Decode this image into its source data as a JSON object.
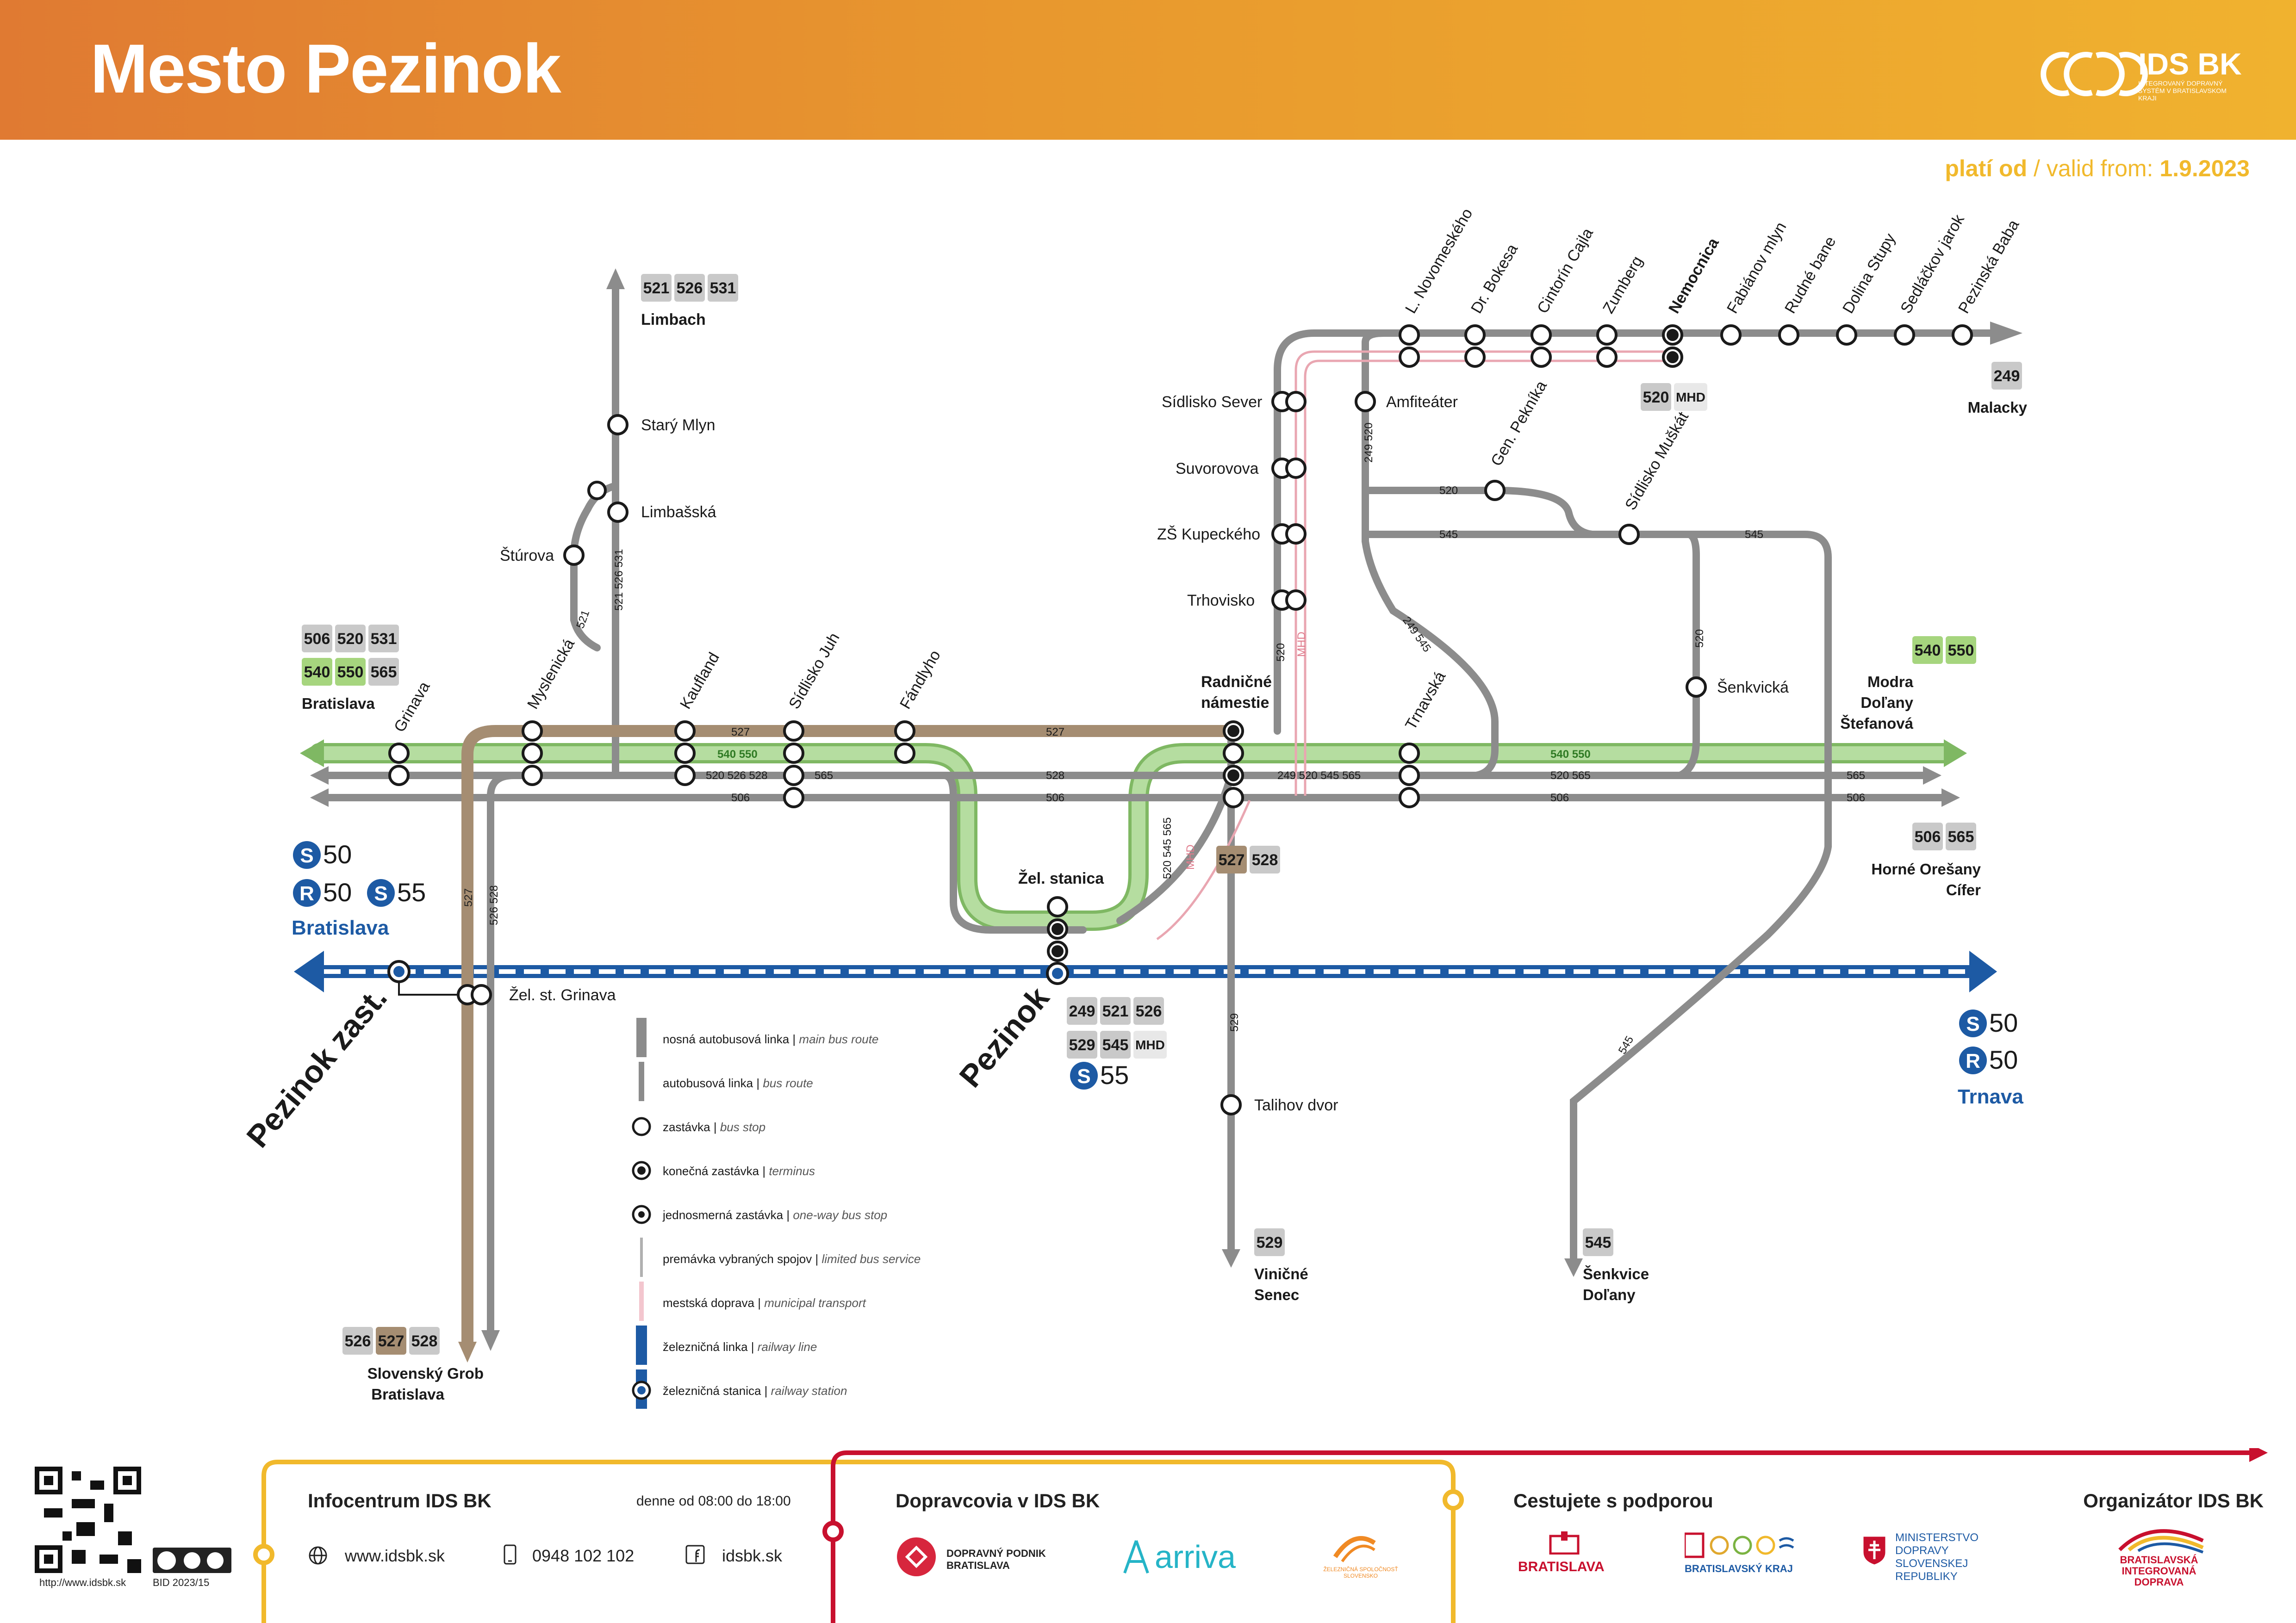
{
  "header": {
    "title": "Mesto Pezinok",
    "brand": "IDS BK",
    "brand_sub": "INTEGROVANÝ DOPRAVNÝ SYSTÉM V BRATISLAVSKOM KRAJI"
  },
  "valid": {
    "label_sk": "platí od",
    "label_en": "/ valid from:",
    "date": "1.9.2023"
  },
  "colors": {
    "header_start": "#e07a32",
    "header_end": "#f0b22f",
    "bus_grey": "#8c8c8c",
    "main_brown": "#a58d72",
    "green": "#9fd086",
    "green_text": "#2f7a24",
    "rail_blue": "#1d5aa4",
    "mhd_pink": "#e9a6b1",
    "badge_grey": "#c9c9c9",
    "accent_red": "#c8102e",
    "accent_yellow": "#f1b92c"
  },
  "stops": {
    "limbach": "Limbach",
    "stary_mlyn": "Starý Mlyn",
    "limbasska": "Limbašská",
    "sturova": "Štúrova",
    "grinava": "Grinava",
    "myslenicka": "Myslenická",
    "kaufland": "Kaufland",
    "sidlisko_juh": "Sídlisko Juh",
    "fandlyho": "Fándlyho",
    "radnicne": "Radničné",
    "namestie": "námestie",
    "zel_stanica": "Žel. stanica",
    "sidlisko_sever": "Sídlisko Sever",
    "suvorovova": "Suvorovova",
    "zs_kupeckeho": "ZŠ Kupeckého",
    "trhovisko": "Trhovisko",
    "amfiteater": "Amfiteáter",
    "gen_peknika": "Gen. Pekníka",
    "sidlisko_muskat": "Sídlisko Muškát",
    "trnavska": "Trnavská",
    "senkvicka": "Šenkvická",
    "talihov_dvor": "Talihov dvor",
    "zel_st_grinava": "Žel. st. Grinava",
    "l_novomeskeho": "L. Novomeského",
    "dr_bokesa": "Dr. Bokesa",
    "cintorin_cajla": "Cintorín Cajla",
    "zumberg": "Zumberg",
    "nemocnica": "Nemocnica",
    "fabianov_mlyn": "Fabiánov mlyn",
    "rudne_bane": "Rudné bane",
    "dolina_stupy": "Dolina Stupy",
    "sedlackov_jarok": "Sedláčkov jarok",
    "pezinska_baba": "Pezinská Baba"
  },
  "stations": {
    "pezinok": "Pezinok",
    "pezinok_zast": "Pezinok zast."
  },
  "destinations": {
    "bratislava": "Bratislava",
    "bratislava_rail": "Bratislava",
    "modra": "Modra",
    "dolany": "Doľany",
    "stefanova": "Štefanová",
    "horne_oresany": "Horné Orešany",
    "cifer": "Cífer",
    "malacky": "Malacky",
    "vinicne": "Viničné",
    "senec": "Senec",
    "senkvice": "Šenkvice",
    "dolany2": "Doľany",
    "slovensky_grob": "Slovenský Grob",
    "bratislava2": "Bratislava",
    "trnava": "Trnava"
  },
  "rail": {
    "s50": "50",
    "r50": "50",
    "s55": "55",
    "s": "S",
    "r": "R"
  },
  "badges": {
    "limbach": [
      "521",
      "526",
      "531"
    ],
    "bratislava_top": [
      "506",
      "520",
      "531"
    ],
    "bratislava_bottom": [
      "540",
      "550",
      "565"
    ],
    "modra": [
      "540",
      "550"
    ],
    "horne_oresany": [
      "506",
      "565"
    ],
    "malacky": [
      "249"
    ],
    "nemocnica": [
      "520"
    ],
    "radnicne": [
      "527",
      "528"
    ],
    "pezinok_1": [
      "249",
      "521",
      "526"
    ],
    "pezinok_2": [
      "529",
      "545"
    ],
    "vinicne": [
      "529"
    ],
    "senkvice": [
      "545"
    ],
    "slovensky_grob": [
      "526",
      "527",
      "528"
    ],
    "mhd": "MHD"
  },
  "line_labels": {
    "l527": "527",
    "l540_550": "540  550",
    "l520_526_528": "520  526  528",
    "l565": "565",
    "l528": "528",
    "l506": "506",
    "l521_526_531": "521  526  531",
    "l521": "521",
    "l526_528": "526  528",
    "l520_545_565": "520  545  565",
    "l249_520_545_565": "249  520  545  565",
    "l249_520": "249  520",
    "l520": "520",
    "l545": "545",
    "l249_545": "249  545",
    "l529": "529",
    "l520_565": "520  565",
    "mhd": "MHD"
  },
  "legend": [
    {
      "sk": "nosná autobusová linka",
      "en": "main bus route"
    },
    {
      "sk": "autobusová linka",
      "en": "bus route"
    },
    {
      "sk": "zastávka",
      "en": "bus stop"
    },
    {
      "sk": "konečná zastávka",
      "en": "terminus"
    },
    {
      "sk": "jednosmerná zastávka",
      "en": "one-way bus stop"
    },
    {
      "sk": "premávka vybraných spojov",
      "en": "limited bus service"
    },
    {
      "sk": "mestská doprava",
      "en": "municipal transport"
    },
    {
      "sk": "železničná linka",
      "en": "railway line"
    },
    {
      "sk": "železničná stanica",
      "en": "railway station"
    }
  ],
  "footer": {
    "qr_url": "http://www.idsbk.sk",
    "bid": "BID 2023/15",
    "info_title": "Infocentrum IDS BK",
    "hours": "denne od 08:00 do 18:00",
    "web": "www.idsbk.sk",
    "phone": "0948 102 102",
    "fb": "idsbk.sk",
    "carriers_title": "Dopravcovia v IDS BK",
    "dpb": "DOPRAVNÝ PODNIK BRATISLAVA",
    "arriva": "arriva",
    "zssk": "ŽELEZNIČNÁ SPOLOČNOSŤ SLOVENSKO",
    "support_title": "Cestujete s podporou",
    "ba": "BRATISLAVA",
    "bsk": "BRATISLAVSKÝ KRAJ",
    "ministry": "MINISTERSTVO DOPRAVY SLOVENSKEJ REPUBLIKY",
    "organizer_title": "Organizátor IDS BK",
    "bid_logo": "BRATISLAVSKÁ INTEGROVANÁ DOPRAVA"
  }
}
